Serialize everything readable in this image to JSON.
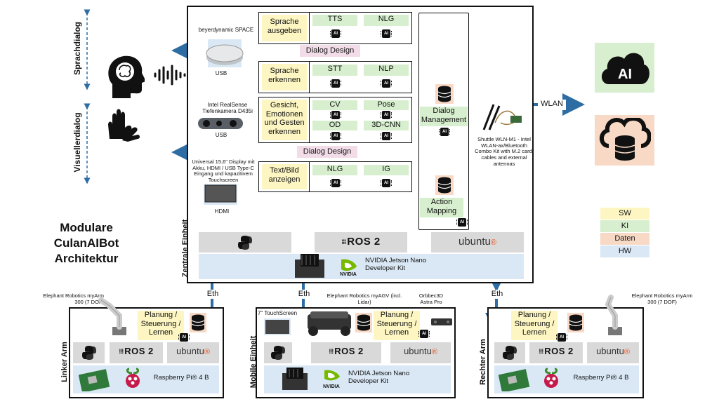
{
  "title": {
    "line1": "Modulare",
    "line2": "CulanAIBot",
    "line3": "Architektur"
  },
  "side_labels": {
    "sprachdialog": "Sprachdialog",
    "visuelldialog": "Visuellerdialog"
  },
  "central": {
    "label": "Zentrale Einheit",
    "dialog_design": "Dialog Design",
    "speaker": {
      "name": "beyerdynamic SPACE",
      "port": "USB"
    },
    "camera": {
      "name": "Intel RealSense Tiefenkamera D435i",
      "port": "USB"
    },
    "display": {
      "name": "Universal 15,6\" Display mit Akku, HDMI / USB Type-C Eingang und kapazitivem Touchscreen",
      "port": "HDMI"
    },
    "rows": [
      {
        "sw": "Sprache ausgeben",
        "ki": [
          "TTS",
          "NLG"
        ]
      },
      {
        "sw": "Sprache erkennen",
        "ki": [
          "STT",
          "NLP"
        ]
      },
      {
        "sw": "Gesicht, Emotionen und Gesten erkennen",
        "ki": [
          "CV",
          "Pose",
          "OD",
          "3D-CNN"
        ]
      },
      {
        "sw": "Text/Bild anzeigen",
        "ki": [
          "NLG",
          "IG"
        ]
      }
    ],
    "dialog_management": "Dialog Management",
    "action_mapping": "Action Mapping",
    "jetson": "NVIDIA Jetson Nano Developer Kit"
  },
  "chip_label": "AI",
  "ros2": "ROS 2",
  "ubuntu": "ubuntu",
  "nvidia": "NVIDIA",
  "wlan": {
    "label": "WLAN",
    "device": "Shuttle WLN-M1 - Intel WLAN-ax/Bluetooth Combo Kit with M.2 card, cables and external antennas"
  },
  "eth": "Eth",
  "modules": {
    "left": {
      "label": "Linker Arm",
      "robot": "Elephant Robotics myArm 300 (7 DOF)",
      "planning": "Planung / Steuerung / Lernen",
      "board": "Raspberry Pi® 4 B"
    },
    "mobile": {
      "label": "Mobile Einheit",
      "touch": "7\" TouchScreen",
      "robot": "Elephant Robotics myAGV (incl. Lidar)",
      "camera": "Orbbec3D Astra Pro",
      "planning": "Planung / Steuerung / Lernen",
      "board": "NVIDIA Jetson Nano Developer Kit"
    },
    "right": {
      "label": "Rechter Arm",
      "robot": "Elephant Robotics myArm 300 (7 DOF)",
      "planning": "Planung / Steuerung / Lernen",
      "board": "Raspberry Pi® 4 B"
    }
  },
  "legend": [
    "SW",
    "KI",
    "Daten",
    "HW"
  ],
  "colors": {
    "sw": "#fdf6c3",
    "ki": "#d7efce",
    "daten": "#f8d9c6",
    "hw": "#dae8f5",
    "arrow": "#2e6da4"
  }
}
